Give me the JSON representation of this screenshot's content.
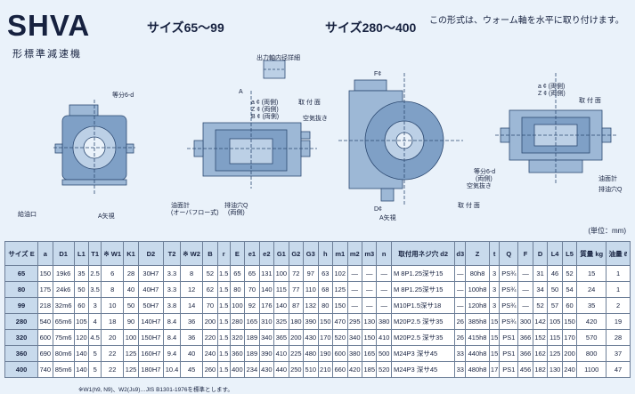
{
  "header": {
    "title": "SHVA",
    "subtitle": "形標準減速機",
    "size_range_1": "サイズ65～99",
    "size_range_2": "サイズ280～400",
    "note": "この形式は、ウォーム軸を水平に取り付けます。"
  },
  "drawing_labels": {
    "shaft_hole_detail": "出力軸内径詳細",
    "equal_div": "等分6-d",
    "a_arrow": "A",
    "a_dia_both": "a ¢ (両側)",
    "z_dia_both": "Z ¢ (両側)",
    "b_dia_both": "B ¢ (両側)",
    "mount_face": "取 付 面",
    "breather": "空気抜き",
    "oil_drain": "給油口",
    "a_view": "A矢視",
    "oil_plug": "油面計",
    "oil_plug_note": "(オーバフロー式)",
    "drain_plug": "排油穴Q",
    "drain_plug_note": "(両側)",
    "equal_div_2": "等分6-d",
    "both_side": "(両側)",
    "breather_2": "空気抜き",
    "mount_face_2": "取 付 面",
    "a_view_2": "A矢視",
    "a_dia_both_2": "a ¢ (両側)",
    "z_dia_both_2": "Z ¢ (両側)",
    "mount_face_3": "取 付 面",
    "oil_plug_2": "油面計",
    "drain_plug_2": "排油穴Q",
    "f_phi": "F¢",
    "d_phi": "D¢"
  },
  "unit_note": "(単位：mm)",
  "table": {
    "headers": [
      "サイズ E",
      "a",
      "D1",
      "L1",
      "T1",
      "※ W1",
      "K1",
      "D2",
      "T2",
      "※ W2",
      "B",
      "r",
      "E",
      "e1",
      "e2",
      "G1",
      "G2",
      "G3",
      "h",
      "m1",
      "m2",
      "m3",
      "n",
      "取付用ネジ穴 d2",
      "d3",
      "Z",
      "t",
      "Q",
      "F",
      "D",
      "L4",
      "L5",
      "質量 kg",
      "油量 ℓ"
    ],
    "rows": [
      [
        "65",
        "150",
        "19k6",
        "35",
        "2.5",
        "6",
        "28",
        "30H7",
        "3.3",
        "8",
        "52",
        "1.5",
        "65",
        "65",
        "131",
        "100",
        "72",
        "97",
        "63",
        "102",
        "—",
        "—",
        "—",
        "M 8P1.25深サ15",
        "—",
        "80h8",
        "3",
        "PS¾",
        "—",
        "31",
        "46",
        "52",
        "15",
        "1"
      ],
      [
        "80",
        "175",
        "24k6",
        "50",
        "3.5",
        "8",
        "40",
        "40H7",
        "3.3",
        "12",
        "62",
        "1.5",
        "80",
        "70",
        "140",
        "115",
        "77",
        "110",
        "68",
        "125",
        "—",
        "—",
        "—",
        "M 8P1.25深サ15",
        "—",
        "100h8",
        "3",
        "PS¾",
        "—",
        "34",
        "50",
        "54",
        "24",
        "1"
      ],
      [
        "99",
        "218",
        "32m6",
        "60",
        "3",
        "10",
        "50",
        "50H7",
        "3.8",
        "14",
        "70",
        "1.5",
        "100",
        "92",
        "176",
        "140",
        "87",
        "132",
        "80",
        "150",
        "—",
        "—",
        "—",
        "M10P1.5深サ18",
        "—",
        "120h8",
        "3",
        "PS¾",
        "—",
        "52",
        "57",
        "60",
        "35",
        "2"
      ],
      [
        "280",
        "540",
        "65m6",
        "105",
        "4",
        "18",
        "90",
        "140H7",
        "8.4",
        "36",
        "200",
        "1.5",
        "280",
        "165",
        "310",
        "325",
        "180",
        "390",
        "150",
        "470",
        "295",
        "130",
        "380",
        "M20P2.5 深サ35",
        "26",
        "385h8",
        "15",
        "PS¾",
        "300",
        "142",
        "105",
        "150",
        "420",
        "19"
      ],
      [
        "320",
        "600",
        "75m6",
        "120",
        "4.5",
        "20",
        "100",
        "150H7",
        "8.4",
        "36",
        "220",
        "1.5",
        "320",
        "189",
        "340",
        "365",
        "200",
        "430",
        "170",
        "520",
        "340",
        "150",
        "410",
        "M20P2.5 深サ35",
        "26",
        "415h8",
        "15",
        "PS1",
        "366",
        "152",
        "115",
        "170",
        "570",
        "28"
      ],
      [
        "360",
        "690",
        "80m6",
        "140",
        "5",
        "22",
        "125",
        "160H7",
        "9.4",
        "40",
        "240",
        "1.5",
        "360",
        "189",
        "390",
        "410",
        "225",
        "480",
        "190",
        "600",
        "380",
        "165",
        "500",
        "M24P3 深サ45",
        "33",
        "440h8",
        "15",
        "PS1",
        "366",
        "162",
        "125",
        "200",
        "800",
        "37"
      ],
      [
        "400",
        "740",
        "85m6",
        "140",
        "5",
        "22",
        "125",
        "180H7",
        "10.4",
        "45",
        "260",
        "1.5",
        "400",
        "234",
        "430",
        "440",
        "250",
        "510",
        "210",
        "660",
        "420",
        "185",
        "520",
        "M24P3 深サ45",
        "33",
        "480h8",
        "17",
        "PS1",
        "456",
        "182",
        "130",
        "240",
        "1100",
        "47"
      ]
    ]
  },
  "footnote": "※W1(h9, N9)、W2(Js9)…JIS B1301-1976を標準とします。",
  "colors": {
    "background": "#eaf2fa",
    "table_header": "#c8daec",
    "drawing_blue": "#7fa0c6",
    "ink": "#16213f"
  }
}
